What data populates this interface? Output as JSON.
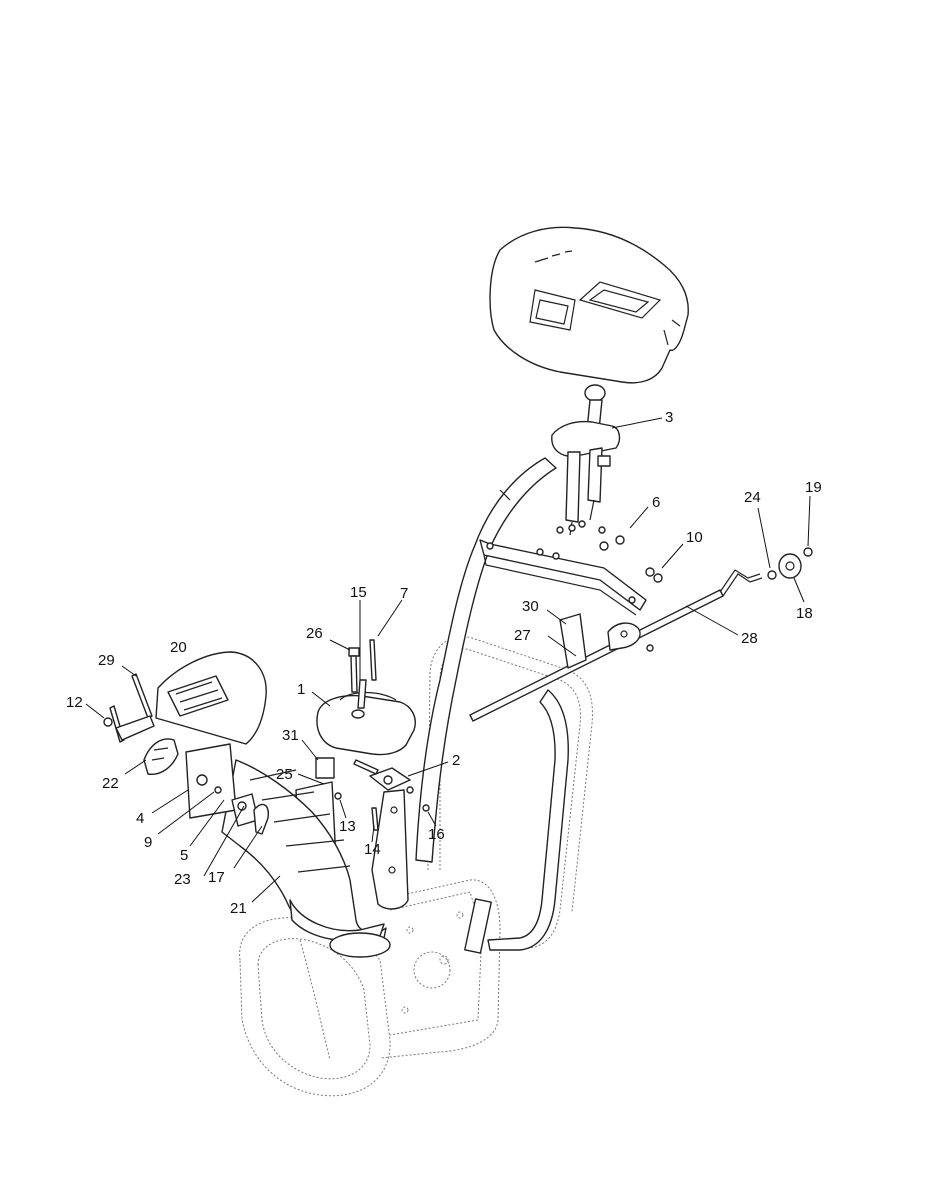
{
  "diagram": {
    "callouts": [
      {
        "id": "c1",
        "label": "1"
      },
      {
        "id": "c2",
        "label": "2"
      },
      {
        "id": "c3",
        "label": "3"
      },
      {
        "id": "c4",
        "label": "4"
      },
      {
        "id": "c5",
        "label": "5"
      },
      {
        "id": "c6",
        "label": "6"
      },
      {
        "id": "c7",
        "label": "7"
      },
      {
        "id": "c9",
        "label": "9"
      },
      {
        "id": "c10",
        "label": "10"
      },
      {
        "id": "c12",
        "label": "12"
      },
      {
        "id": "c13",
        "label": "13"
      },
      {
        "id": "c14",
        "label": "14"
      },
      {
        "id": "c15",
        "label": "15"
      },
      {
        "id": "c16",
        "label": "16"
      },
      {
        "id": "c17",
        "label": "17"
      },
      {
        "id": "c18",
        "label": "18"
      },
      {
        "id": "c19",
        "label": "19"
      },
      {
        "id": "c20",
        "label": "20"
      },
      {
        "id": "c21",
        "label": "21"
      },
      {
        "id": "c22",
        "label": "22"
      },
      {
        "id": "c23",
        "label": "23"
      },
      {
        "id": "c24",
        "label": "24"
      },
      {
        "id": "c25",
        "label": "25"
      },
      {
        "id": "c26",
        "label": "26"
      },
      {
        "id": "c27",
        "label": "27"
      },
      {
        "id": "c28",
        "label": "28"
      },
      {
        "id": "c29",
        "label": "29"
      },
      {
        "id": "c30",
        "label": "30"
      },
      {
        "id": "c31",
        "label": "31"
      }
    ]
  }
}
